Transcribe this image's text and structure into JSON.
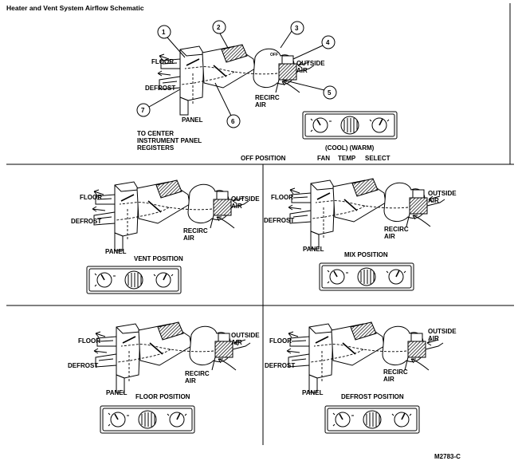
{
  "title": "Heater and Vent System Airflow Schematic",
  "figure_code": "M2783-C",
  "callouts": [
    "1",
    "2",
    "3",
    "4",
    "5",
    "6",
    "7"
  ],
  "labels": {
    "floor": "FLOOR",
    "defrost": "DEFROST",
    "panel": "PANEL",
    "outside_air_1": "OUTSIDE",
    "outside_air_2": "AIR",
    "recirc_air_1": "RECIRC",
    "recirc_air_2": "AIR",
    "off": "OFF",
    "note_1": "TO CENTER",
    "note_2": "INSTRUMENT PANEL",
    "note_3": "REGISTERS"
  },
  "controls": {
    "temp_scale": "(COOL) (WARM)",
    "fan": "FAN",
    "temp": "TEMP",
    "select": "SELECT"
  },
  "positions": {
    "off": "OFF POSITION",
    "vent": "VENT POSITION",
    "mix": "MIX POSITION",
    "floor": "FLOOR POSITION",
    "defrost": "DEFROST POSITION"
  }
}
